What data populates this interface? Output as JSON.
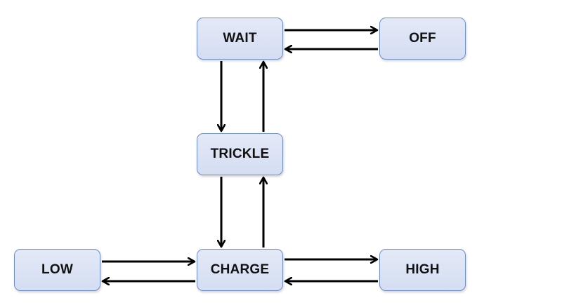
{
  "diagram": {
    "nodes": {
      "wait": "WAIT",
      "off": "OFF",
      "trickle": "TRICKLE",
      "low": "LOW",
      "charge": "CHARGE",
      "high": "HIGH"
    },
    "edges": [
      {
        "from": "WAIT",
        "to": "OFF"
      },
      {
        "from": "OFF",
        "to": "WAIT"
      },
      {
        "from": "WAIT",
        "to": "TRICKLE"
      },
      {
        "from": "TRICKLE",
        "to": "WAIT"
      },
      {
        "from": "TRICKLE",
        "to": "CHARGE"
      },
      {
        "from": "CHARGE",
        "to": "TRICKLE"
      },
      {
        "from": "LOW",
        "to": "CHARGE"
      },
      {
        "from": "CHARGE",
        "to": "LOW"
      },
      {
        "from": "CHARGE",
        "to": "HIGH"
      },
      {
        "from": "HIGH",
        "to": "CHARGE"
      }
    ],
    "colors": {
      "node_fill": "#dbe3f4",
      "node_border": "#6f8fc7",
      "arrow": "#000000"
    }
  }
}
